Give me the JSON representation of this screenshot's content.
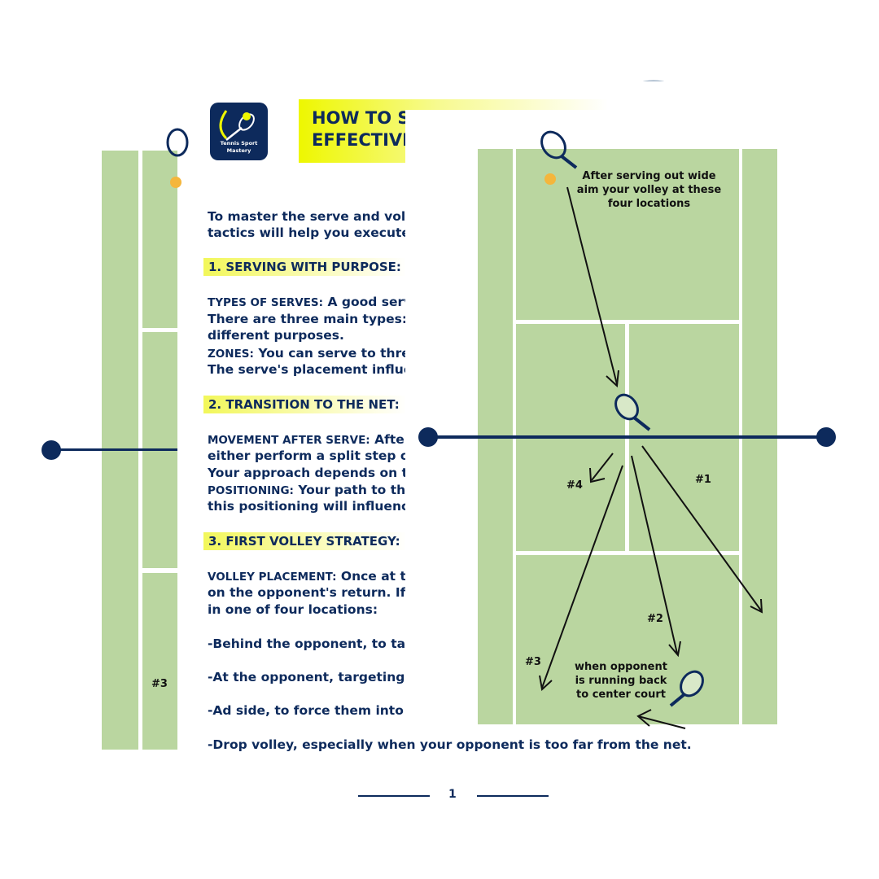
{
  "logo": {
    "text": "Tennis Sport Mastery"
  },
  "title": {
    "line1": "HOW TO SE",
    "line2": "EFFECTIVE"
  },
  "intro": [
    "To master the serve and voll",
    "tactics will help you execute"
  ],
  "sections": [
    {
      "heading": "1. SERVING WITH PURPOSE:",
      "paras": [
        {
          "bold": "TYPES OF SERVES:",
          "text": " A good serv"
        },
        {
          "bold": "",
          "text": "There are three main types: t"
        },
        {
          "bold": "",
          "text": "different purposes."
        },
        {
          "bold": "ZONES:",
          "text": " You can serve to thre"
        },
        {
          "bold": "",
          "text": "The serve's placement influe"
        }
      ]
    },
    {
      "heading": "2. TRANSITION TO THE NET:",
      "paras": [
        {
          "bold": "MOVEMENT AFTER SERVE:",
          "text": " After"
        },
        {
          "bold": "",
          "text": "either perform a split step or"
        },
        {
          "bold": "",
          "text": "Your approach depends on t"
        },
        {
          "bold": "POSITIONING:",
          "text": " Your path to the"
        },
        {
          "bold": "",
          "text": "this positioning will influence"
        }
      ]
    },
    {
      "heading": "3. FIRST VOLLEY STRATEGY:",
      "paras": [
        {
          "bold": "VOLLEY PLACEMENT:",
          "text": " Once at t"
        },
        {
          "bold": "",
          "text": "on the opponent's return. If t"
        },
        {
          "bold": "",
          "text": "in one of four locations:"
        }
      ]
    }
  ],
  "bullets": [
    "-Behind the opponent, to tak",
    "-At the opponent, targeting t",
    "-Ad side, to force them into c",
    "-Drop volley, especially when your opponent is too far from the net."
  ],
  "page_number": "1",
  "diagram": {
    "caption": "After serving out wide aim  your volley at these four locations",
    "labels": {
      "n1": "#1",
      "n2": "#2",
      "n3": "#3",
      "n4": "#4"
    },
    "note": "when opponent is running back to center court",
    "back_label": "#3"
  },
  "colors": {
    "navy": "#0d2a5c",
    "court": "#bad6a0",
    "yellow": "#eef700"
  }
}
